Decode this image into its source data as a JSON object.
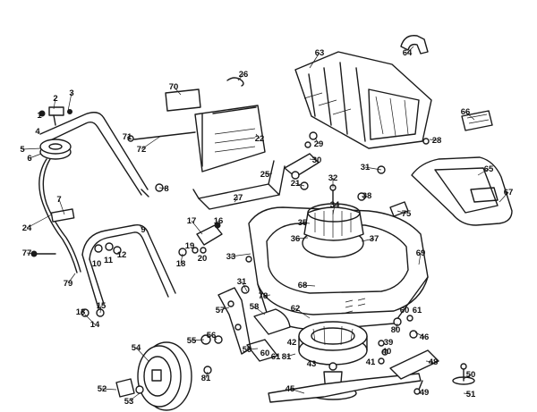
{
  "callouts": [
    {
      "id": "1",
      "label": "1"
    },
    {
      "id": "2",
      "label": "2"
    },
    {
      "id": "3",
      "label": "3"
    },
    {
      "id": "4",
      "label": "4"
    },
    {
      "id": "5",
      "label": "5"
    },
    {
      "id": "6",
      "label": "6"
    },
    {
      "id": "7",
      "label": "7"
    },
    {
      "id": "8",
      "label": "8"
    },
    {
      "id": "9",
      "label": "9"
    },
    {
      "id": "10",
      "label": "10"
    },
    {
      "id": "11",
      "label": "11"
    },
    {
      "id": "12",
      "label": "12"
    },
    {
      "id": "13",
      "label": "13"
    },
    {
      "id": "14",
      "label": "14"
    },
    {
      "id": "15",
      "label": "15"
    },
    {
      "id": "16",
      "label": "16"
    },
    {
      "id": "17",
      "label": "17"
    },
    {
      "id": "18",
      "label": "18"
    },
    {
      "id": "19",
      "label": "19"
    },
    {
      "id": "20",
      "label": "20"
    },
    {
      "id": "21",
      "label": "21"
    },
    {
      "id": "22",
      "label": "22"
    },
    {
      "id": "24",
      "label": "24"
    },
    {
      "id": "25",
      "label": "25"
    },
    {
      "id": "26",
      "label": "26"
    },
    {
      "id": "27",
      "label": "27"
    },
    {
      "id": "28",
      "label": "28"
    },
    {
      "id": "29",
      "label": "29"
    },
    {
      "id": "30",
      "label": "30"
    },
    {
      "id": "31a",
      "label": "31"
    },
    {
      "id": "31b",
      "label": "31"
    },
    {
      "id": "32",
      "label": "32"
    },
    {
      "id": "33",
      "label": "33"
    },
    {
      "id": "34",
      "label": "34"
    },
    {
      "id": "35",
      "label": "35"
    },
    {
      "id": "36",
      "label": "36"
    },
    {
      "id": "37",
      "label": "37"
    },
    {
      "id": "38",
      "label": "38"
    },
    {
      "id": "39",
      "label": "39"
    },
    {
      "id": "40",
      "label": "40"
    },
    {
      "id": "41",
      "label": "41"
    },
    {
      "id": "42",
      "label": "42"
    },
    {
      "id": "43",
      "label": "43"
    },
    {
      "id": "45",
      "label": "45"
    },
    {
      "id": "46",
      "label": "46"
    },
    {
      "id": "48",
      "label": "48"
    },
    {
      "id": "49",
      "label": "49"
    },
    {
      "id": "50",
      "label": "50"
    },
    {
      "id": "51",
      "label": "51"
    },
    {
      "id": "52",
      "label": "52"
    },
    {
      "id": "53",
      "label": "53"
    },
    {
      "id": "54",
      "label": "54"
    },
    {
      "id": "55",
      "label": "55"
    },
    {
      "id": "56",
      "label": "56"
    },
    {
      "id": "57",
      "label": "57"
    },
    {
      "id": "58",
      "label": "58"
    },
    {
      "id": "59",
      "label": "59"
    },
    {
      "id": "60a",
      "label": "60"
    },
    {
      "id": "60b",
      "label": "60"
    },
    {
      "id": "61a",
      "label": "61"
    },
    {
      "id": "61b",
      "label": "61"
    },
    {
      "id": "62",
      "label": "62"
    },
    {
      "id": "63",
      "label": "63"
    },
    {
      "id": "64",
      "label": "64"
    },
    {
      "id": "65",
      "label": "65"
    },
    {
      "id": "66",
      "label": "66"
    },
    {
      "id": "67",
      "label": "67"
    },
    {
      "id": "68",
      "label": "68"
    },
    {
      "id": "69",
      "label": "69"
    },
    {
      "id": "70",
      "label": "70"
    },
    {
      "id": "71",
      "label": "71"
    },
    {
      "id": "72",
      "label": "72"
    },
    {
      "id": "75",
      "label": "75"
    },
    {
      "id": "77",
      "label": "77"
    },
    {
      "id": "78",
      "label": "78"
    },
    {
      "id": "79",
      "label": "79"
    },
    {
      "id": "80",
      "label": "80"
    },
    {
      "id": "81a",
      "label": "81"
    },
    {
      "id": "81b",
      "label": "81"
    }
  ]
}
